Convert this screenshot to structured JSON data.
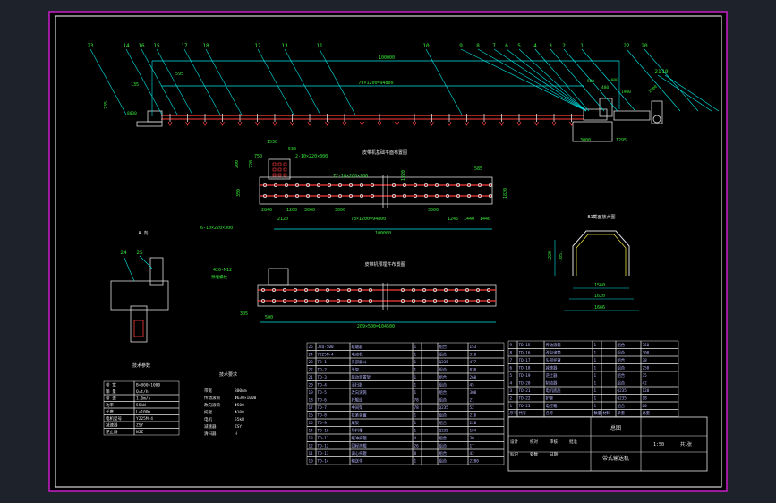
{
  "colors": {
    "background": "#000000",
    "outer_frame": "#c81ec8",
    "inner_frame": "#ffffff",
    "conveyor": "#ff3c3c",
    "dimension": "#00e8e8",
    "leader": "#00e8e8",
    "text_green": "#38e838",
    "text_white": "#e8e8e8",
    "structure_white": "#dcdcdc",
    "yellow": "#e8e040",
    "table_line": "#e8e8e8",
    "table_text": "#b8b8ff"
  },
  "side_view": {
    "balloons_left": [
      "23",
      "14",
      "16",
      "15",
      "17",
      "18",
      "12",
      "13",
      "11",
      "10"
    ],
    "balloons_right": [
      "9",
      "8",
      "7",
      "6",
      "5",
      "4",
      "3",
      "2",
      "1",
      "22",
      "20",
      "21",
      "19"
    ],
    "dims": {
      "overall": "100000",
      "pitch": "79×1200=94800",
      "left_offset": "595",
      "left_height": "135",
      "left_side": "235",
      "left_angle": "8030",
      "right_a": "500",
      "right_b": "480",
      "right_c": "4000",
      "right_d": "1000",
      "right_e": "1000",
      "right_f": "1900",
      "right_g": "1500",
      "support_a": "3000",
      "support_b": "1295"
    }
  },
  "plan_view_1": {
    "title": "皮带机基础平面布置图",
    "dims": {
      "top_a": "1530",
      "top_b": "530",
      "top_c": "750",
      "top_d": "220",
      "left_a": "200",
      "left_b": "350",
      "anchor_a": "2-10×220×300",
      "anchor_b": "72-10×200×200",
      "anchor_c": "6-10×220×300",
      "seg_a": "2840",
      "seg_b": "1200",
      "seg_c": "2120",
      "seg_d": "3000",
      "seg_e": "3000",
      "pitch": "78×1200=94800",
      "seg_f": "3000",
      "right_a": "1245",
      "right_b": "1440",
      "right_c": "1440",
      "right_d": "585",
      "right_e": "1820",
      "height": "1220",
      "overall": "100000"
    }
  },
  "plan_view_2": {
    "title": "皮带机预埋件布置图",
    "dims": {
      "bolt": "420-M12",
      "bolt_note": "预埋螺栓",
      "seg_a": "305",
      "seg_b": "500",
      "pitch": "209×500=104500"
    }
  },
  "section_view": {
    "title": "B1截面放大图",
    "dims": {
      "height_a": "1220",
      "height_b": "1051",
      "width_a": "1560",
      "width_b": "1620",
      "width_c": "1666"
    }
  },
  "detail_a": {
    "title": "A 向",
    "balloons": [
      "24",
      "25"
    ]
  },
  "tech_params": {
    "title": "技术参数",
    "rows": [
      [
        "带  宽",
        "B=800~1000"
      ],
      [
        "输  量",
        "Q=t/h"
      ],
      [
        "带  速",
        "1.6m/s"
      ],
      [
        "功率",
        "55kW"
      ],
      [
        "长度",
        "L=100m"
      ],
      [
        "电机型号",
        "Y225M-4"
      ],
      [
        "减速器",
        "ZSY"
      ],
      [
        "逆止器",
        "NJZ"
      ]
    ]
  },
  "tech_req": {
    "title": "技术要求",
    "rows": [
      [
        "带宽",
        "800mm"
      ],
      [
        "传动滚筒",
        "Φ630×1000"
      ],
      [
        "改向滚筒",
        "Φ500"
      ],
      [
        "托辊",
        "Φ108"
      ],
      [
        "电机",
        "55kW"
      ],
      [
        "减速器",
        "ZSY"
      ],
      [
        "清扫器",
        "H"
      ]
    ]
  },
  "parts_left": {
    "rows": [
      [
        "25",
        "JZQ-500",
        "联轴器",
        "1",
        "",
        "组合",
        "153"
      ],
      [
        "24",
        "Y225M-4",
        "电动机",
        "1",
        "",
        "组合",
        "310"
      ],
      [
        "23",
        "TD-1",
        "头部漏斗",
        "1",
        "",
        "Q235",
        "477"
      ],
      [
        "22",
        "TD-2",
        "头架",
        "1",
        "",
        "组合",
        "830"
      ],
      [
        "21",
        "TD-3",
        "驱动装置架",
        "1",
        "",
        "组合",
        "260"
      ],
      [
        "20",
        "TD-4",
        "清扫器",
        "1",
        "",
        "组合",
        "45"
      ],
      [
        "19",
        "TD-5",
        "改向滚筒",
        "1",
        "",
        "组合",
        "300"
      ],
      [
        "18",
        "TD-6",
        "托辊组",
        "78",
        "",
        "组合",
        "21"
      ],
      [
        "17",
        "TD-7",
        "中间架",
        "78",
        "",
        "Q235",
        "52"
      ],
      [
        "16",
        "TD-8",
        "拉紧装置",
        "1",
        "",
        "组合",
        "216"
      ],
      [
        "15",
        "TD-9",
        "尾架",
        "1",
        "",
        "组合",
        "220"
      ],
      [
        "14",
        "TD-10",
        "导料槽",
        "1",
        "",
        "Q235",
        "184"
      ],
      [
        "13",
        "TD-11",
        "缓冲托辊",
        "4",
        "",
        "组合",
        "30"
      ],
      [
        "12",
        "TD-12",
        "回程托辊",
        "26",
        "",
        "组合",
        "17"
      ],
      [
        "11",
        "TD-13",
        "调心托辊",
        "8",
        "",
        "组合",
        "42"
      ],
      [
        "10",
        "TD-14",
        "输送带",
        "1",
        "",
        "组合",
        "2200"
      ]
    ]
  },
  "parts_right": {
    "rows": [
      [
        "9",
        "TD-15",
        "传动滚筒",
        "1",
        "",
        "组合",
        "760"
      ],
      [
        "8",
        "TD-16",
        "改向滚筒",
        "1",
        "",
        "组合",
        "300"
      ],
      [
        "7",
        "TD-17",
        "头部护罩",
        "1",
        "",
        "组合",
        "38"
      ],
      [
        "6",
        "TD-18",
        "减速器",
        "1",
        "",
        "组合",
        "250"
      ],
      [
        "5",
        "TD-19",
        "逆止器",
        "1",
        "",
        "组合",
        "35"
      ],
      [
        "4",
        "TD-20",
        "制动器",
        "1",
        "",
        "组合",
        "42"
      ],
      [
        "3",
        "TD-21",
        "电机底座",
        "1",
        "",
        "Q235",
        "120"
      ],
      [
        "2",
        "TD-22",
        "护罩",
        "1",
        "",
        "Q235",
        "18"
      ],
      [
        "1",
        "TD-23",
        "电控箱",
        "1",
        "",
        "组合",
        "60"
      ]
    ],
    "header": [
      "序号",
      "代号",
      "名称",
      "数量",
      "材料",
      "单重",
      "总重"
    ]
  },
  "title_block": {
    "drawing_name": "带式输送机",
    "drawing_no": "总图",
    "scale": "1:50",
    "sheet": "共1张",
    "labels": [
      "设计",
      "校对",
      "审核",
      "批准",
      "标记",
      "处数",
      "日期"
    ]
  }
}
